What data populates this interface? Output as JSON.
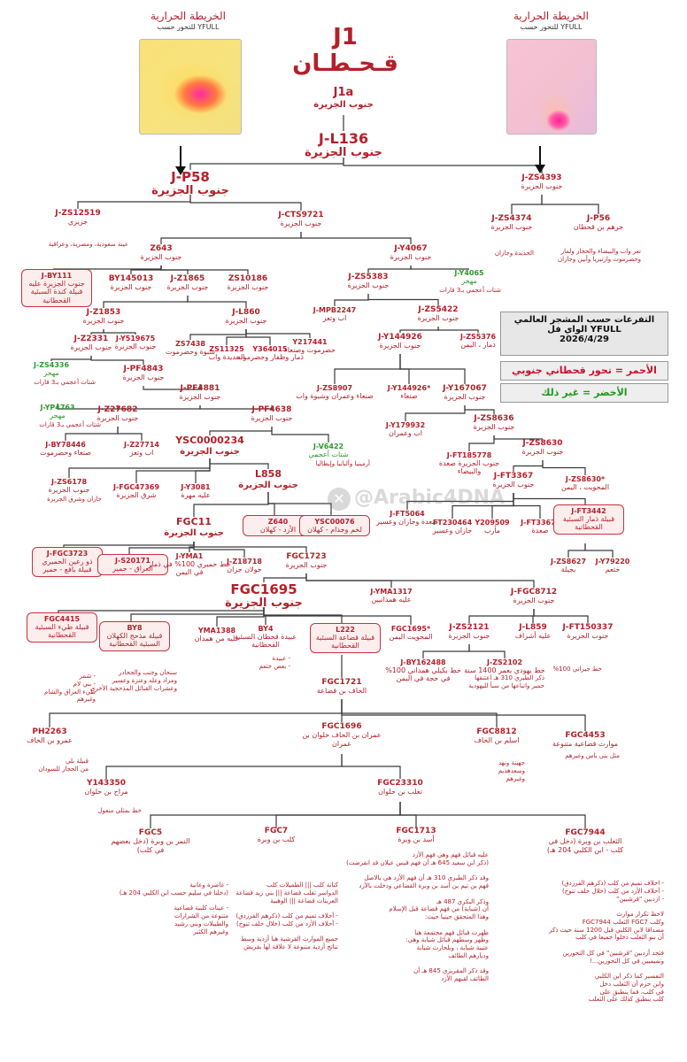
{
  "header": {
    "map_left_title": "الخريطة الحرارية",
    "map_left_sub": "للتحور حسب YFULL",
    "map_right_title": "الخريطة الحرارية",
    "map_right_sub": "للتحور حسب YFULL",
    "main_code": "J1",
    "main_name": "قـحـطـان"
  },
  "legend": {
    "line1": "التفرعات حسب المشجر العالمي",
    "line2": "الواي فل YFULL",
    "date": "2026/4/29",
    "red_label": "الأحمر = تحور قحطاني جنوبي",
    "green_label": "الأخضر = غير ذلك"
  },
  "watermark": "@Arabic4DNA",
  "nodes": {
    "j1a": {
      "c": "J1a",
      "s": "جنوب الجزيرة"
    },
    "l136": {
      "c": "J-L136",
      "s": "جنوب الجزيرة"
    },
    "p58": {
      "c": "J-P58",
      "s": "جنوب الجزيرة"
    },
    "zs4393": {
      "c": "J-ZS4393",
      "s": "جنوب الجزيرة"
    },
    "zs12519": {
      "c": "J-ZS12519",
      "s": "جزيري"
    },
    "zs12519n": "عينة سعودية، ومصرية، وعراقية",
    "cts9721": {
      "c": "J-CTS9721",
      "s": "جنوب الجزيرة"
    },
    "zs4374": {
      "c": "J-ZS4374",
      "s": "جنوب الجزيرة"
    },
    "zs4374n": "الحديدة وجازان",
    "p56": {
      "c": "J-P56",
      "s": "جرهم بن قحطان"
    },
    "p56n": "تعز واب والبيضاء والحجاز ولمار وحضرموت وارتيريا وأبين وجازان",
    "z643": {
      "c": "Z643",
      "s": "جنوب الجزيرة"
    },
    "y4067": {
      "c": "J-Y4067",
      "s": "جنوب الجزيرة"
    },
    "by111": {
      "c": "J-BY111",
      "s": "جنوب الجزيرة عليه قبيلة كندة السبئية القحطانية"
    },
    "by145013": {
      "c": "BY145013",
      "s": "جنوب الجزيرة"
    },
    "z1865": {
      "c": "J-Z1865",
      "s": "جنوب الجزيرة"
    },
    "zs10186": {
      "c": "ZS10186",
      "s": "جنوب الجزيرة"
    },
    "zs5383": {
      "c": "J-ZS5383",
      "s": "جنوب الجزيرة"
    },
    "y4065": {
      "c": "J-Y4065",
      "s": "مهجر"
    },
    "y4065n": "شتات أعجمي بـ3 قارات",
    "z1853": {
      "c": "J-Z1853",
      "s": "جنوب الجزيرة"
    },
    "l860": {
      "c": "J-L860",
      "s": "جنوب الجزيرة"
    },
    "mpb2247": {
      "c": "J-MPB2247",
      "s": "اب وتعز"
    },
    "zs5422": {
      "c": "J-ZS5422",
      "s": "جنوب الجزيرة"
    },
    "z2331": {
      "c": "J-Z2331",
      "s": "جنوب الجزيرة"
    },
    "y519675": {
      "c": "J-Y519675",
      "s": "جنوب الجزيرة"
    },
    "zs7438": {
      "c": "ZS7438",
      "s": "شبوة وحضرموت"
    },
    "zs11325": {
      "c": "ZS11325",
      "s": "الحديدة واب"
    },
    "y364015": {
      "c": "Y364015",
      "s": "ذمار وظفار وحضرموت"
    },
    "y217441": {
      "c": "Y217441",
      "s": "حضرموت وصنعاء"
    },
    "y144926": {
      "c": "J-Y144926",
      "s": "جنوب الجزيرة"
    },
    "zs5376": {
      "c": "J-ZS5376",
      "s": "ذمار ، اليمن"
    },
    "zs4336": {
      "c": "J-ZS4336",
      "s": "مهجر"
    },
    "zs4336n": "شتات أعجمي بـ3 قارات",
    "pf4843": {
      "c": "J-PF4843",
      "s": "جنوب الجزيرة"
    },
    "zs8907": {
      "c": "J-ZS8907",
      "s": "صنعاء وعمران وشبوة واب"
    },
    "y144926s": {
      "c": "J-Y144926*",
      "s": "صنعاء"
    },
    "y167067": {
      "c": "J-Y167067",
      "s": "جنوب الجزيرة"
    },
    "pf4881": {
      "c": "J-PF4881",
      "s": "جنوب الجزيرة"
    },
    "yp4763": {
      "c": "J-YP4763",
      "s": "مهجر"
    },
    "yp4763n": "شتات أعجمي بـ3 قارات",
    "z27682": {
      "c": "J-Z27682",
      "s": "جنوب الجزيرة"
    },
    "pf4638": {
      "c": "J-PF4638",
      "s": "جنوب الجزيرة"
    },
    "y179932": {
      "c": "J-Y179932",
      "s": "اب وعمران"
    },
    "zs8636": {
      "c": "J-ZS8636",
      "s": "جنوب الجزيرة"
    },
    "by78446": {
      "c": "J-BY78446",
      "s": "صنعاء وحضرموت"
    },
    "z27714": {
      "c": "J-Z27714",
      "s": "اب وتعز"
    },
    "v6422": {
      "c": "J-V6422",
      "s": "شتات أعجمي"
    },
    "v6422n": "أرمينيا وألبانيا وإيطاليا",
    "ft185778": {
      "c": "J-FT185778",
      "s": "جنوب الجزيرة صعدة والبيضاء"
    },
    "zs8630": {
      "c": "J-ZS8630",
      "s": "جنوب الجزيرة"
    },
    "ysc234": {
      "c": "YSC0000234",
      "s": "جنوب الجزيرة"
    },
    "zs6178": {
      "c": "J-ZS6178",
      "s": "جنوب الجزيرة"
    },
    "zs6178n": "جازان وشرق الجزيرة",
    "fgc47369": {
      "c": "J-FGC47369",
      "s": "شرق الجزيرة"
    },
    "y3081": {
      "c": "J-Y3081",
      "s": "عليه مهرة"
    },
    "l858": {
      "c": "L858",
      "s": "جنوب الجزيرة"
    },
    "ft3367": {
      "c": "J-FT3367",
      "s": "جنوب الجزيرة"
    },
    "zs8630s": {
      "c": "J-ZS8630*",
      "s": "المحويت ، اليمن"
    },
    "ft5064": {
      "c": "J-FT5064",
      "s": "صعدة وجازان وعسير"
    },
    "ft230464": {
      "c": "FT230464",
      "s": "جازان وعسير"
    },
    "y209509": {
      "c": "Y209509",
      "s": "مأرب"
    },
    "ft3367s": {
      "c": "J-FT3367*",
      "s": "صعدة"
    },
    "ft3442": {
      "c": "J-FT3442",
      "s": "قبيلة ذمار السبئية القحطانية"
    },
    "z640": {
      "c": "Z640",
      "s": "الأزد - كهلان"
    },
    "ysc76": {
      "c": "YSC00076",
      "s": "لخم وجذام - كهلان"
    },
    "fgc11": {
      "c": "FGC11",
      "s": "جنوب الجزيرة"
    },
    "fgc3723": {
      "c": "J-FGC3723",
      "s": "ذو رعين الحميري قبيلة يافع - حمير"
    },
    "s20171": {
      "c": "J-S20171",
      "s": "العراق - حمير"
    },
    "yma1": {
      "c": "J-YMA1",
      "s": "خط حميري 100% في ذمار في اليمن"
    },
    "z18718": {
      "c": "J-Z18718",
      "s": "خولان جزان"
    },
    "fgc1723": {
      "c": "FGC1723",
      "s": "جنوب الجزيرة"
    },
    "zs8627": {
      "c": "J-ZS8627",
      "s": "بجيلة"
    },
    "y79220": {
      "c": "J-Y79220",
      "s": "خثعم"
    },
    "fgc1695": {
      "c": "FGC1695",
      "s": "جنوب الجزيرة"
    },
    "yma1317": {
      "c": "J-YMA1317",
      "s": "عليه همدانيين"
    },
    "fgc8712": {
      "c": "J-FGC8712",
      "s": "جنوب الجزيرة"
    },
    "fgc4415": {
      "c": "FGC4415",
      "s": "قبيلة طيء السبئية القحطانية"
    },
    "fgc4415n": "- شمر\n- بني لام\nطيء العراق والشام\nوغيرهم",
    "by8": {
      "c": "BY8",
      "s": "قبيلة مذحج الكهلان السبئية القحطانية"
    },
    "by8n": "سنحان وجنب والجحادر\nومراد وعله وعنزة وعسير\nوعشرات القبائل المذحجية الأخرى",
    "yma1388": {
      "c": "YMA1388",
      "s": "عليه من همدان"
    },
    "by4": {
      "c": "BY4",
      "s": "عبيدة قحطان السبئية القحطانية"
    },
    "by4n": "- عبيدة\n- بعض خثعم",
    "l222": {
      "c": "L222",
      "s": "قبيلة قضاعة السبئية القحطانية"
    },
    "fgc1695s": {
      "c": "FGC1695*",
      "s": "المحويت اليمن"
    },
    "zs2121": {
      "c": "J-ZS2121",
      "s": "جنوب الجزيرة"
    },
    "l859": {
      "c": "J-L859",
      "s": "عليه أشراف"
    },
    "ft150337": {
      "c": "J-FT150337",
      "s": "جنوب الجزيرة"
    },
    "by162488": {
      "c": "J-BY162488",
      "s": "خط بكيلي همداني 100% في حجة في اليمن"
    },
    "zs2102": {
      "c": "J-ZS2102",
      "s": "خط يهودي بعمر 1400 سنة"
    },
    "zs2102n": "ذكر الطبري 310 هـ اعتنقها\nحمير واتباعها من سبأ لليهودية",
    "ft150337n": "خط جيزاني 100%",
    "fgc1721": {
      "c": "FGC1721",
      "s": "الحاف بن قضاعة"
    },
    "ph2263": {
      "c": "PH2263",
      "s": "عمرو بن الحاف"
    },
    "ph2263n": "قبيلة بلي\nمن الحجاز للسودان",
    "fgc1696": {
      "c": "FGC1696",
      "s": "عمران بن الحاف حلوان بن عمران"
    },
    "fgc8812": {
      "c": "FGC8812",
      "s": "اسلم بن الحاف"
    },
    "fgc8812n": "جهينة ونهد\nوسعدهذيم\nوغيرهم",
    "fgc4453": {
      "c": "FGC4453",
      "s": "موارث قضاعية متنوعة"
    },
    "fgc4453n": "مثل بني ياس وغيرهم",
    "y143350": {
      "c": "Y143350",
      "s": "مراح بن حلوان"
    },
    "y143350n": "خط بمثلي منغول",
    "fgc23310": {
      "c": "FGC23310",
      "s": "تغلب بن حلوان"
    },
    "fgc5": {
      "c": "FGC5",
      "s": "النمر بن وبرة (دخل بعضهم في كلب)"
    },
    "fgc5n": "- غاضرة وعانية\n(دخلنا في سليم حسب ابن الكلبي 204 هـ)\n\n- عينات كلبية قضاعية\nمتنوعة من الشرارات\nوالطبيلات وبني رشيد\nوغيرهم الكثير",
    "fgc7": {
      "c": "FGC7",
      "s": "كلب بن وبرة"
    },
    "fgc7n": "كنانة كلب ||| الطميلات كلب\nالدواسر تغلب قضاعة ||| بني زيد قضاعة\nالعرينات قضاعة ||| الوهبية\n\n- أحلاف تميم من كلب (ذكرهم الفرزدق)\n- أحلاف الأزد من كلب (خلال حلف تنوخ)\n\nجميع الموارث القرشية هنا أزدية وسط\nتناتج أزدية متنوعة لا علاقة لها بقريش",
    "fgc1713": {
      "c": "FGC1713",
      "s": "أسد بن وبرة"
    },
    "fgc1713n": "عليه قبائل فهم وهي فهم الأزد\n(ذكر ابن سعيد 645 هـ أن فهم قيس عيلان قد انقرضت)\n\nوقد ذكر الطبري 310 هـ أن فهم الأزد هي بالاصل\nفهم بن تيم بن أسد بن وبرة القضاعي ودخلت بالأزد\n\nوذكر البكري 487 هـ\nأن (شبابة) من فهم قضاعة قبل الإسلام\nوهذا المتحقق جينيا حيث:\n\nظهرت قبائل فهم مجتمعة هنا\nوظهر وسطهم قبائل شبابة وهي:\nعتيبة شبابة ، وبلحارث شبابة\nوديارهم الطائف\n\nوقد ذكر المقريزي 845 هـ أن\nالطائف لقبهم الأزد",
    "fgc7944": {
      "c": "FGC7944",
      "s": "الثعلب بن وبرة (دخل في كلب - ابن الكلبي 204 هـ)"
    },
    "fgc7944n": "- احلاف تميم من كلب (ذكرهم الفرزدق)\n- أحلاف الأزد من كلب (خلال حلف تنوخ)\n- ازدبين \"قرشبين\"\n\nلاحظ تكرار موارث\nوكلب FGC7 الثعلب FGC7944\nمصداقا لابن الكلبي قبل 1200 سنة حيث ذكر\nأن بنو الثعلب دخلوا جميعا في كلب\n\nفتجد أزديين \"قرشبين\" في كل التحورين\nوتميميين في كل التحورين...!\n\nالتفسير كما ذكر ابن الكلبي\nوابن حزم أن الثعلب دخل\nفي كلب، فما ينطبق على\nكلب ينطبق كذلك على الثعلب"
  }
}
